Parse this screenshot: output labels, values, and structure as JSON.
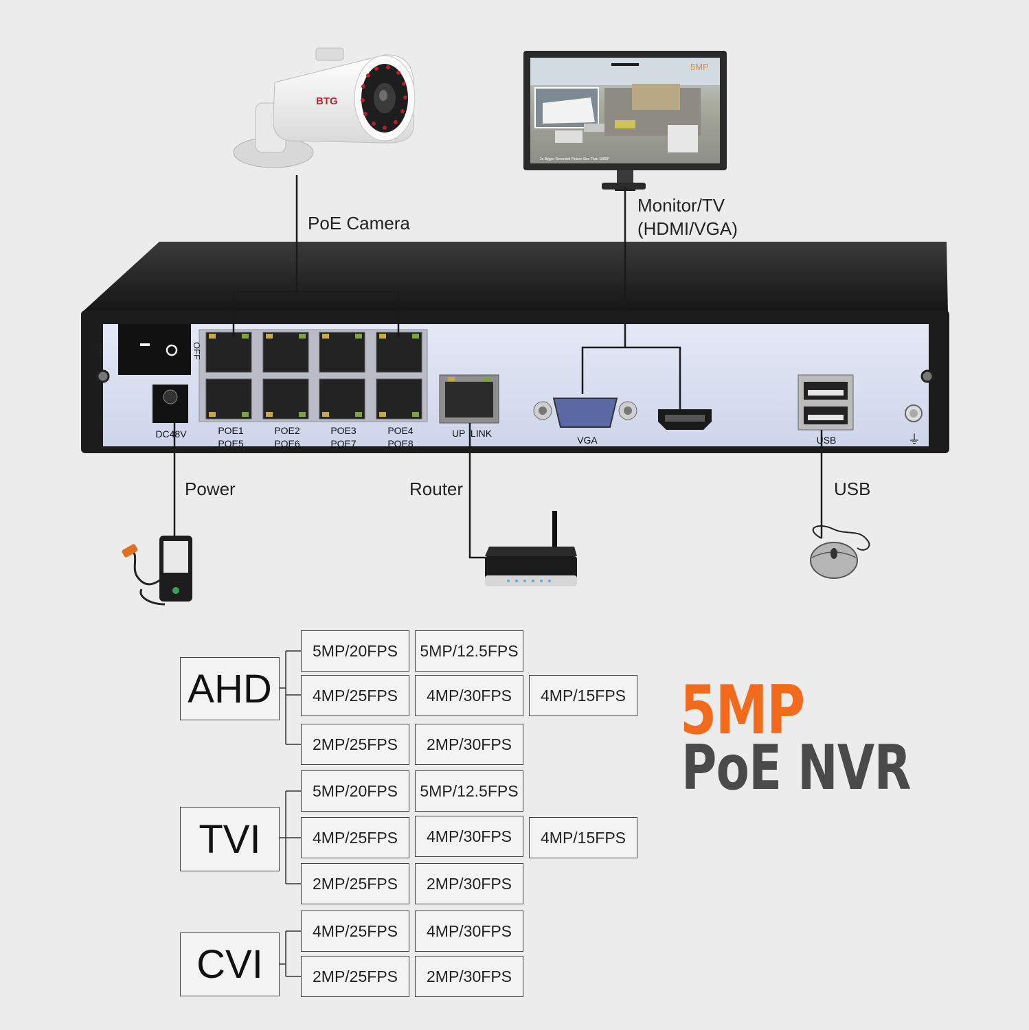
{
  "colors": {
    "background": "#ececec",
    "nvr_body": "#1f1f1f",
    "nvr_panel": "#dde2f2",
    "brand_accent": "#f26b1d",
    "brand_dark": "#4a4a4a"
  },
  "camera": {
    "brand": "BTG"
  },
  "monitor": {
    "badge": "5MP",
    "caption": "2x Bigger Recorded Picture Size Than 1080P"
  },
  "connections": {
    "poe_camera": "PoE Camera",
    "monitor_line1": "Monitor/TV",
    "monitor_line2": "(HDMI/VGA)",
    "power": "Power",
    "router": "Router",
    "usb": "USB"
  },
  "panel": {
    "switch_on": "ON",
    "switch_off": "OFF",
    "power_port": "DC48V",
    "poe_ports": [
      {
        "top": "POE1",
        "bottom": "POE5"
      },
      {
        "top": "POE2",
        "bottom": "POE6"
      },
      {
        "top": "POE3",
        "bottom": "POE7"
      },
      {
        "top": "POE4",
        "bottom": "POE8"
      }
    ],
    "uplink": "UP  LINK",
    "vga": "VGA",
    "usb": "USB",
    "ground_icon": "ground-icon"
  },
  "formats": {
    "ahd": {
      "label": "AHD",
      "rows": [
        [
          "5MP/20FPS",
          "5MP/12.5FPS"
        ],
        [
          "4MP/25FPS",
          "4MP/30FPS",
          "4MP/15FPS"
        ],
        [
          "2MP/25FPS",
          "2MP/30FPS"
        ]
      ]
    },
    "tvi": {
      "label": "TVI",
      "rows": [
        [
          "5MP/20FPS",
          "5MP/12.5FPS"
        ],
        [
          "4MP/25FPS",
          "4MP/30FPS",
          "4MP/15FPS"
        ],
        [
          "2MP/25FPS",
          "2MP/30FPS"
        ]
      ]
    },
    "cvi": {
      "label": "CVI",
      "rows": [
        [
          "4MP/25FPS",
          "4MP/30FPS"
        ],
        [
          "2MP/25FPS",
          "2MP/30FPS"
        ]
      ]
    }
  },
  "brand": {
    "line1": "5MP",
    "line2": "PoE NVR"
  }
}
